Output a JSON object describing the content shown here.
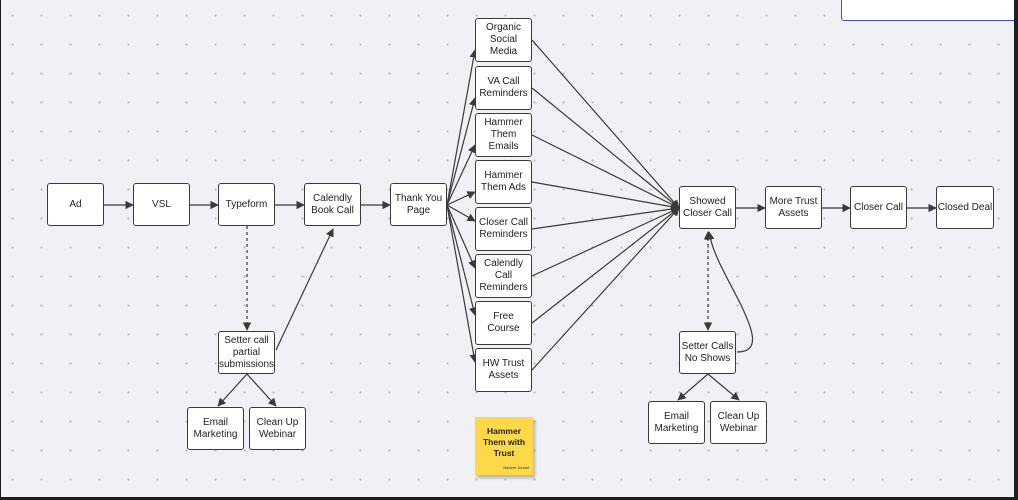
{
  "nodes": {
    "ad": "Ad",
    "vsl": "VSL",
    "typeform": "Typeform",
    "calendly_book_call": "Calendly Book Call",
    "thank_you_page": "Thank You Page",
    "setter_call_partial": "Setter call partial submissions",
    "email_marketing_1": "Email Marketing",
    "clean_up_webinar_1": "Clean Up Webinar",
    "organic_social_media": "Organic Social Media",
    "va_call_reminders": "VA Call Reminders",
    "hammer_them_emails": "Hammer Them Emails",
    "hammer_them_ads": "Hammer Them Ads",
    "closer_call_reminders": "Closer Call Reminders",
    "calendly_call_reminders": "Calendly Call Reminders",
    "free_course": "Free Course",
    "hw_trust_assets": "HW Trust Assets",
    "showed_closer_call": "Showed Closer Call",
    "more_trust_assets": "More Trust Assets",
    "closer_call": "Closer Call",
    "closed_deal": "Closed Deal",
    "setter_calls_no_shows": "Setter Calls No Shows",
    "email_marketing_2": "Email Marketing",
    "clean_up_webinar_2": "Clean Up Webinar"
  },
  "sticky_note": {
    "text": "Hammer Them with Trust",
    "author": "Nabeel Junaid",
    "color": "#fdd94a"
  },
  "colors": {
    "canvas": "#f0f1f5",
    "stroke": "#3a3a3a",
    "panel_accent": "#4b4fa8"
  }
}
